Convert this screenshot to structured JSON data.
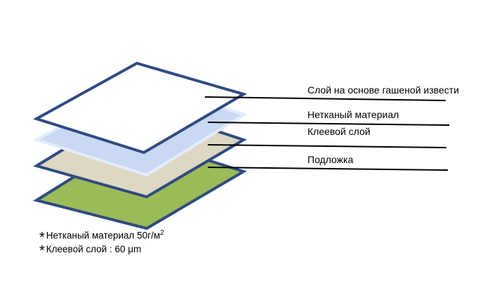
{
  "layers": [
    {
      "id": "lime",
      "label": "Слой на основе гашеной извести",
      "fill": "#ffffff",
      "stroke": "#2f4b80"
    },
    {
      "id": "nonwoven",
      "label": "Нетканый материал",
      "fill": "#c9d9f3",
      "stroke": "#e4ecfa"
    },
    {
      "id": "adhesive",
      "label": "Клеевой слой",
      "fill": "#ddd8c4",
      "stroke": "#2f4b80"
    },
    {
      "id": "substrate",
      "label": "Подложка",
      "fill": "#9bbb59",
      "stroke": "#2f4b80"
    }
  ],
  "notes": {
    "star": "*",
    "material_text": "Нетканый материал 50г/м",
    "material_sup": "2",
    "adhesive_text": "Клеевой слой  : 60 μm"
  }
}
